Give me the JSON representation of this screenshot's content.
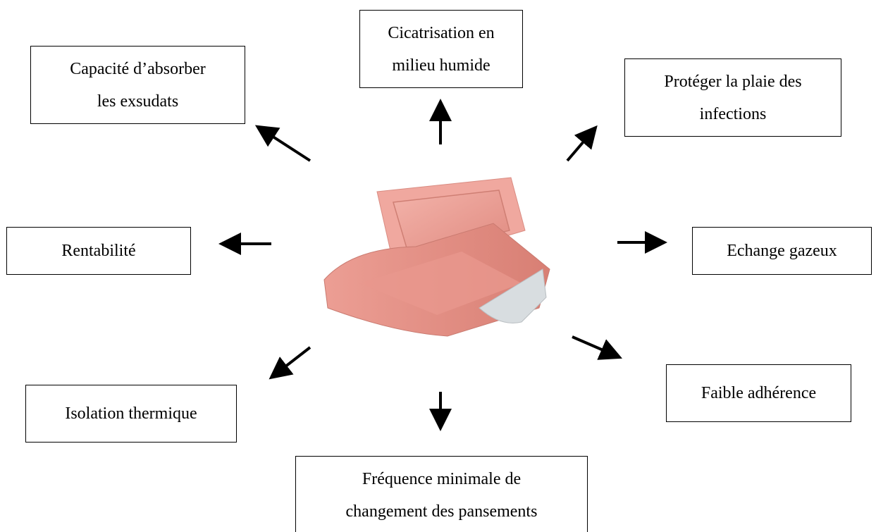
{
  "center": {
    "icon": "foam-dressing-image"
  },
  "boxes": [
    {
      "id": "absorb",
      "lines": [
        "Capacité d’absorber",
        "les exsudats"
      ]
    },
    {
      "id": "moist",
      "lines": [
        "Cicatrisation en",
        "milieu humide"
      ]
    },
    {
      "id": "infect",
      "lines": [
        "Protéger la plaie des",
        "infections"
      ]
    },
    {
      "id": "rent",
      "lines": [
        "Rentabilité"
      ]
    },
    {
      "id": "gas",
      "lines": [
        "Echange gazeux"
      ]
    },
    {
      "id": "therm",
      "lines": [
        "Isolation thermique"
      ]
    },
    {
      "id": "freq",
      "lines": [
        "Fréquence minimale de",
        "changement des pansements"
      ]
    },
    {
      "id": "adh",
      "lines": [
        "Faible adhérence"
      ]
    }
  ],
  "colors": {
    "border": "#000000",
    "arrow": "#000000",
    "dressing": "#e8958c"
  }
}
